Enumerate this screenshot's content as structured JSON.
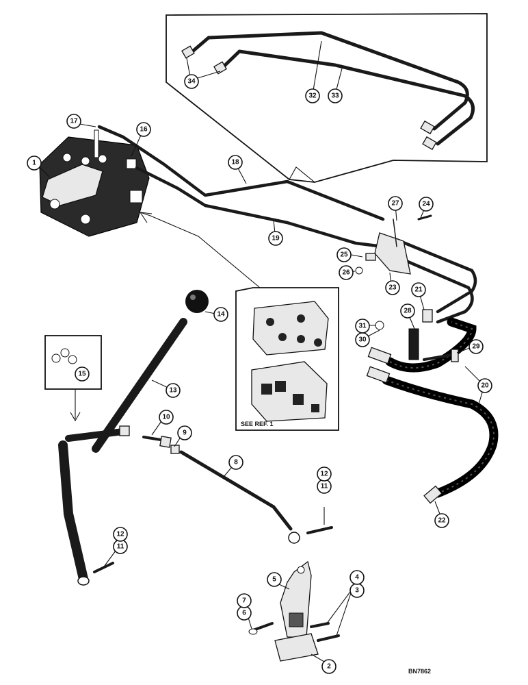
{
  "inset": {
    "see_ref": "SEE REF. 1"
  },
  "drawing_number": "BN7862",
  "callouts": [
    {
      "id": "c1",
      "label": "1"
    },
    {
      "id": "c2",
      "label": "2"
    },
    {
      "id": "c3",
      "label": "3"
    },
    {
      "id": "c4",
      "label": "4"
    },
    {
      "id": "c5",
      "label": "5"
    },
    {
      "id": "c6",
      "label": "6"
    },
    {
      "id": "c7",
      "label": "7"
    },
    {
      "id": "c8",
      "label": "8"
    },
    {
      "id": "c9",
      "label": "9"
    },
    {
      "id": "c10",
      "label": "10"
    },
    {
      "id": "c11a",
      "label": "11"
    },
    {
      "id": "c11b",
      "label": "11"
    },
    {
      "id": "c12a",
      "label": "12"
    },
    {
      "id": "c12b",
      "label": "12"
    },
    {
      "id": "c13",
      "label": "13"
    },
    {
      "id": "c14",
      "label": "14"
    },
    {
      "id": "c15",
      "label": "15"
    },
    {
      "id": "c16",
      "label": "16"
    },
    {
      "id": "c17",
      "label": "17"
    },
    {
      "id": "c18",
      "label": "18"
    },
    {
      "id": "c19",
      "label": "19"
    },
    {
      "id": "c20",
      "label": "20"
    },
    {
      "id": "c21",
      "label": "21"
    },
    {
      "id": "c22",
      "label": "22"
    },
    {
      "id": "c23",
      "label": "23"
    },
    {
      "id": "c24",
      "label": "24"
    },
    {
      "id": "c25",
      "label": "25"
    },
    {
      "id": "c26",
      "label": "26"
    },
    {
      "id": "c27",
      "label": "27"
    },
    {
      "id": "c28",
      "label": "28"
    },
    {
      "id": "c29",
      "label": "29"
    },
    {
      "id": "c30",
      "label": "30"
    },
    {
      "id": "c31",
      "label": "31"
    },
    {
      "id": "c32",
      "label": "32"
    },
    {
      "id": "c33",
      "label": "33"
    },
    {
      "id": "c34",
      "label": "34"
    }
  ]
}
